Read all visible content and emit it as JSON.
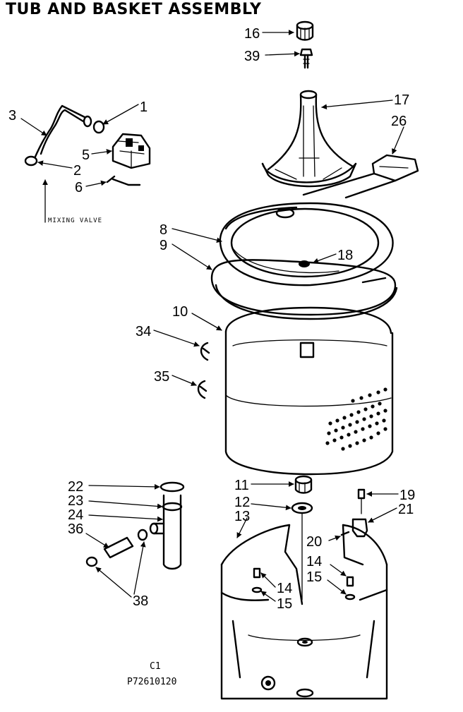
{
  "title": "TUB AND BASKET ASSEMBLY",
  "mixing_valve_label": "MIXING VALVE",
  "code_line1": "C1",
  "code_line2": "P72610120",
  "callouts": {
    "c1": "1",
    "c2": "2",
    "c3": "3",
    "c5": "5",
    "c6": "6",
    "c8": "8",
    "c9": "9",
    "c10": "10",
    "c11": "11",
    "c12": "12",
    "c13": "13",
    "c14a": "14",
    "c14b": "14",
    "c15a": "15",
    "c15b": "15",
    "c16": "16",
    "c17": "17",
    "c18": "18",
    "c19": "19",
    "c20": "20",
    "c21": "21",
    "c22": "22",
    "c23": "23",
    "c24": "24",
    "c26": "26",
    "c34": "34",
    "c35": "35",
    "c36": "36",
    "c38": "38",
    "c39": "39"
  }
}
